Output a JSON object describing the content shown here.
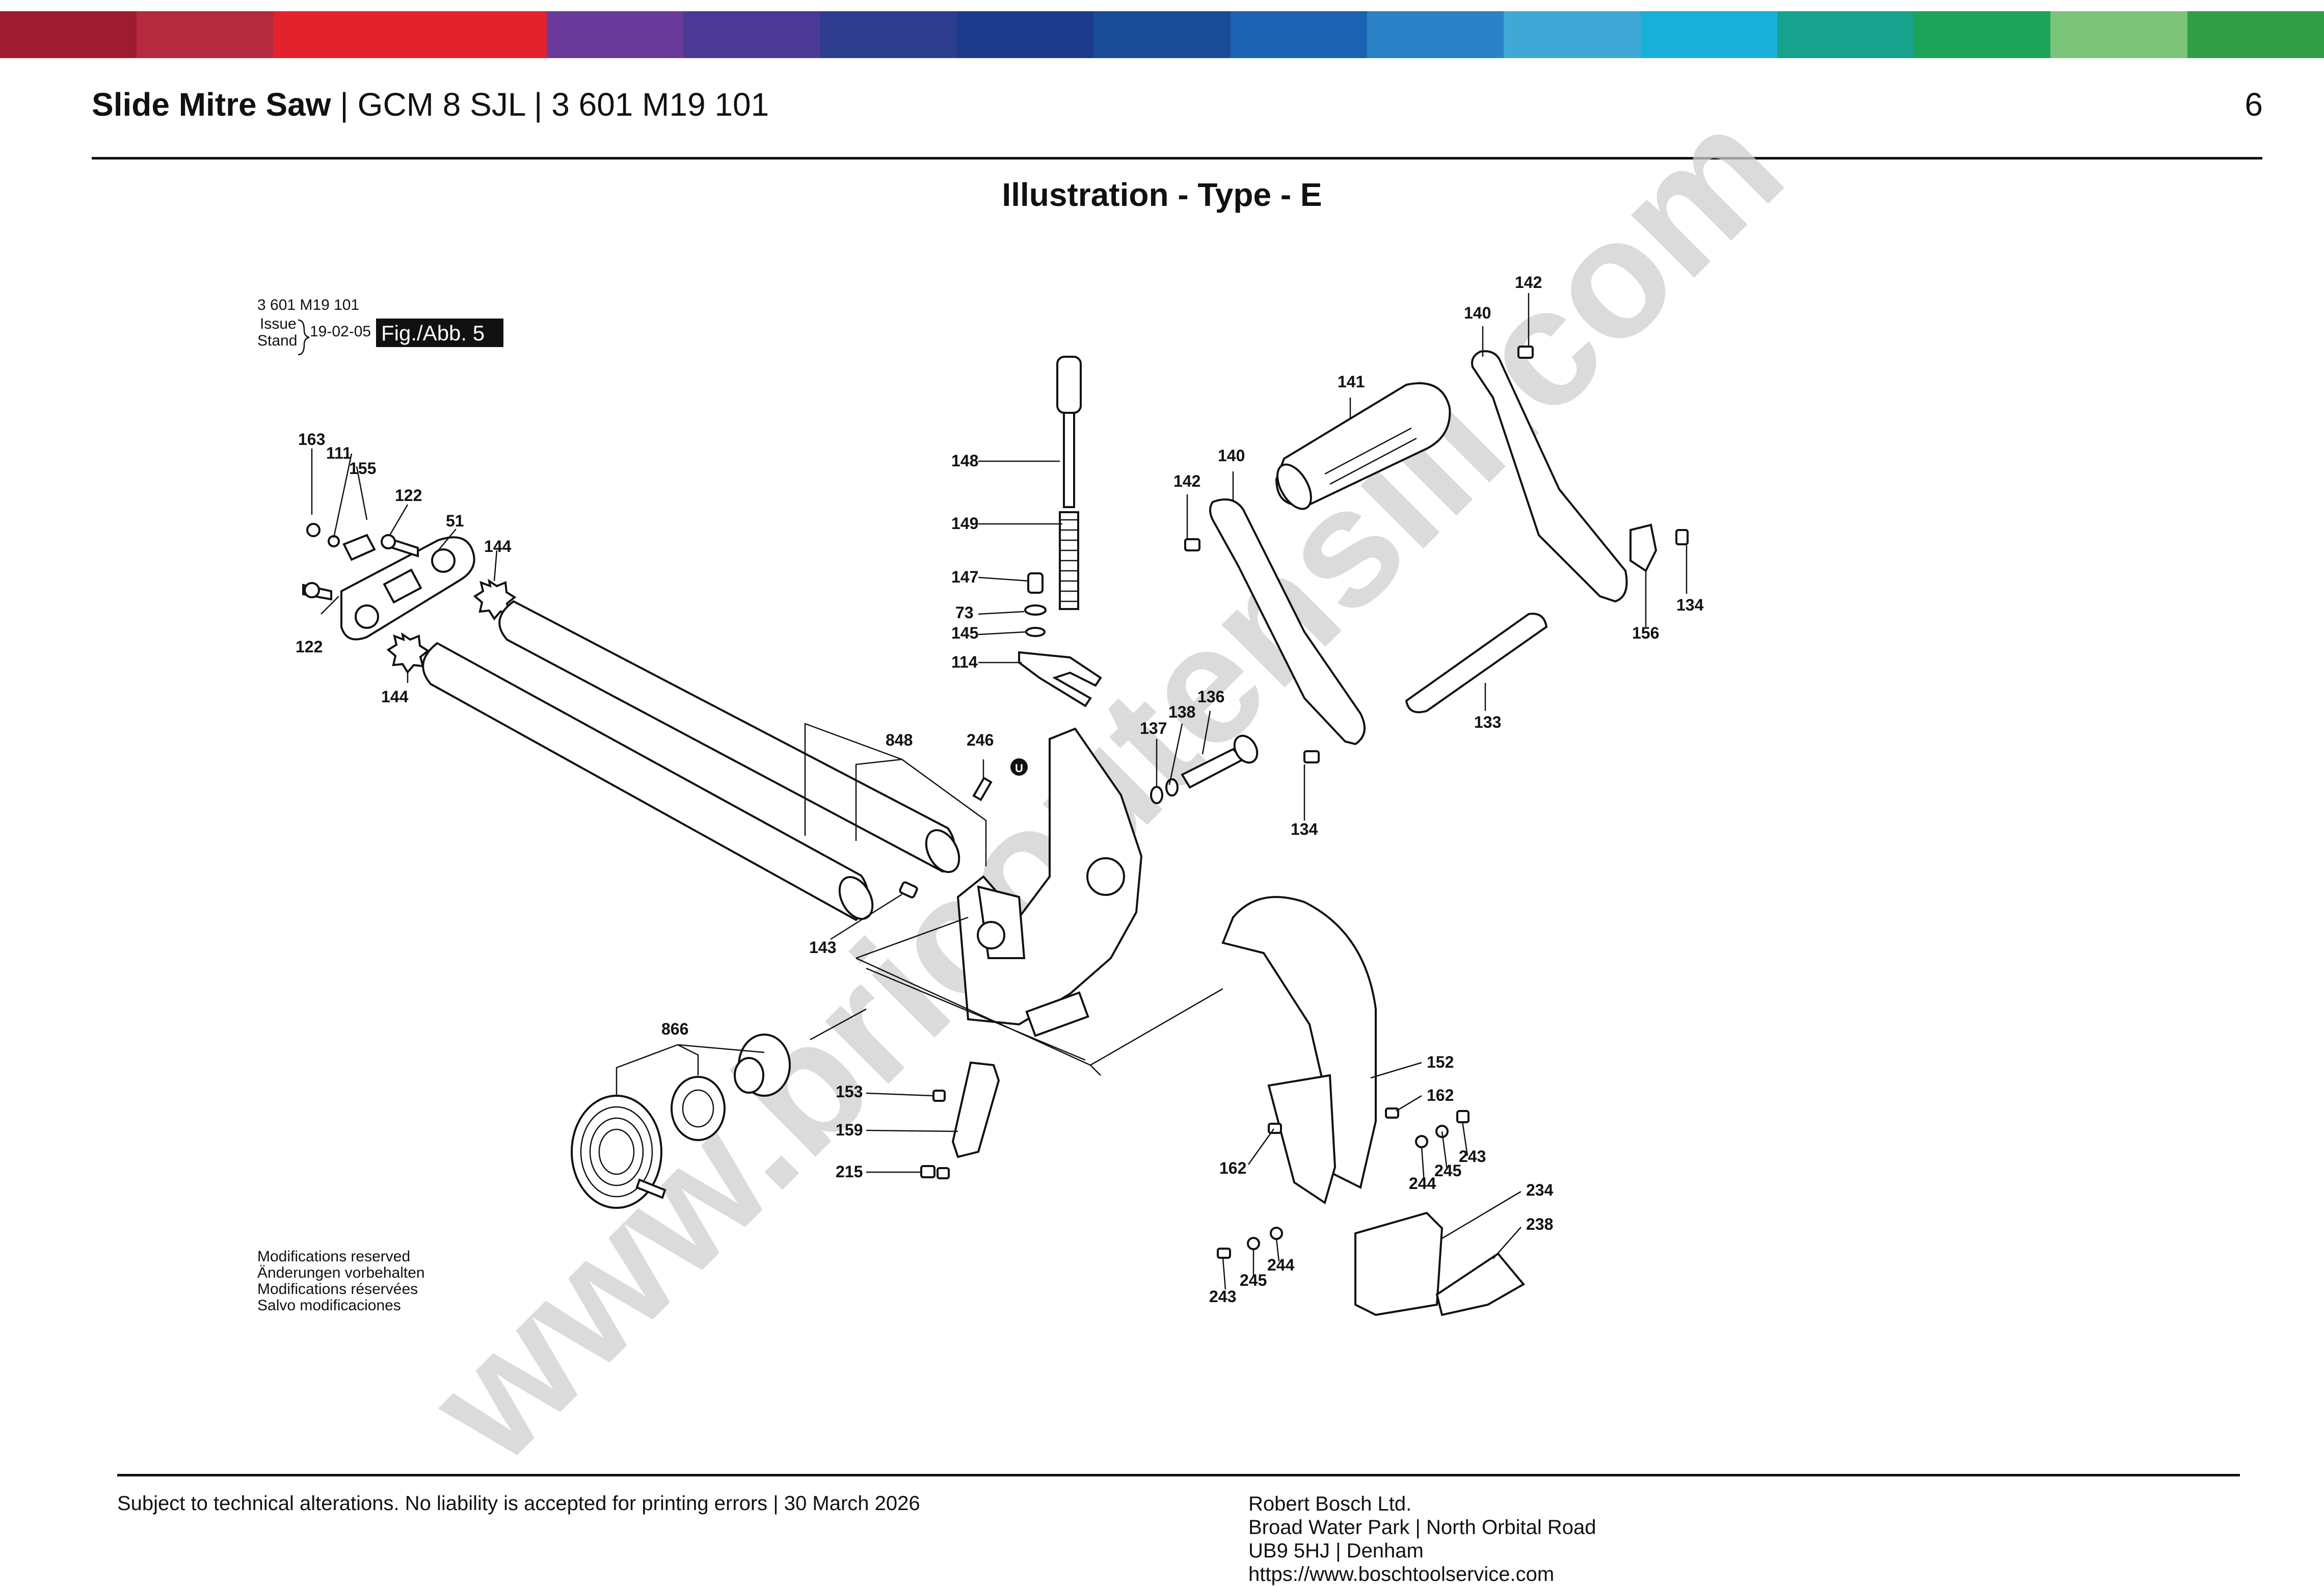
{
  "header": {
    "product": "Slide Mitre Saw",
    "model": "GCM 8 SJL",
    "part_number": "3 601 M19 101",
    "page_number": "6"
  },
  "illustration_title": "Illustration - Type - E",
  "brand_colors": [
    "#9e1b32",
    "#b52a3e",
    "#e3232b",
    "#e3232b",
    "#6a3a9a",
    "#4a3a96",
    "#2e3d8f",
    "#1b3b8a",
    "#1a4b96",
    "#1b63b2",
    "#2b82c6",
    "#3fa8d6",
    "#19b0d8",
    "#16a28c",
    "#1ea35a",
    "#7bc47a",
    "#2f9e47"
  ],
  "diagram": {
    "id_block": {
      "number": "3 601 M19 101",
      "issue": "Issue",
      "stand": "Stand",
      "date": "19-02-05",
      "fig": "Fig./Abb. 5"
    },
    "watermark": "www.bricoutensili.com",
    "modifications": [
      "Modifications reserved",
      "Änderungen vorbehalten",
      "Modifications réservées",
      "Salvo modificaciones"
    ],
    "callouts": {
      "c163": "163",
      "c111": "111",
      "c155": "155",
      "c122a": "122",
      "c51": "51",
      "c144a": "144",
      "c122b": "122",
      "c144b": "144",
      "c148": "148",
      "c149": "149",
      "c147": "147",
      "c73": "73",
      "c145": "145",
      "c114": "114",
      "c848": "848",
      "c246": "246",
      "cU": "U",
      "c143": "143",
      "c866": "866",
      "c153": "153",
      "c159": "159",
      "c215": "215",
      "c142a": "142",
      "c140a": "140",
      "c141": "141",
      "c142b": "142",
      "c140b": "140",
      "c156": "156",
      "c134a": "134",
      "c133": "133",
      "c136": "136",
      "c138": "138",
      "c137": "137",
      "c134b": "134",
      "c152": "152",
      "c162a": "162",
      "c162b": "162",
      "c243a": "243",
      "c245a": "245",
      "c244a": "244",
      "c234": "234",
      "c238": "238",
      "c244b": "244",
      "c245b": "245",
      "c243b": "243"
    }
  },
  "footer": {
    "disclaimer": "Subject to technical alterations. No liability is accepted for printing errors | 30 March 2026",
    "address": [
      "Robert Bosch Ltd.",
      "Broad Water Park | North Orbital Road",
      "UB9 5HJ | Denham",
      "https://www.boschtoolservice.com"
    ]
  }
}
